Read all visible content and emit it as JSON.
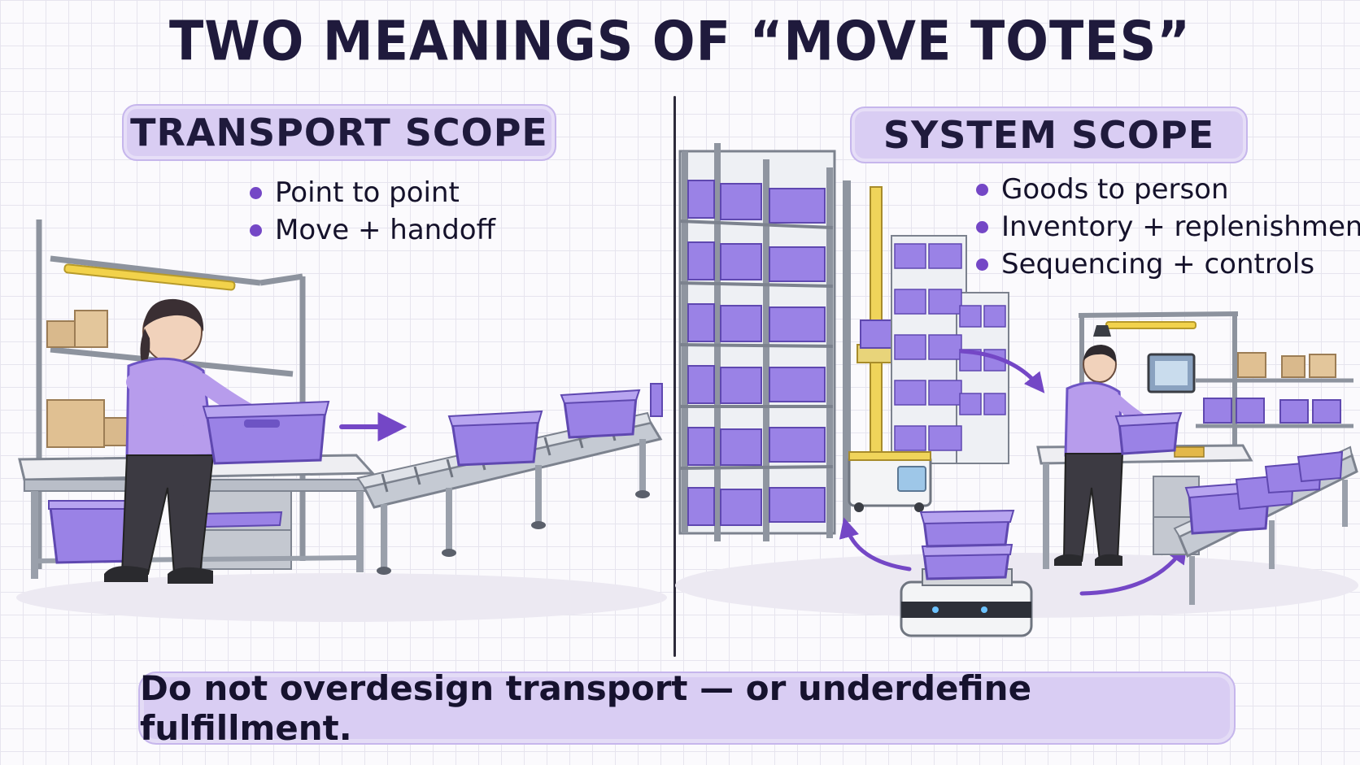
{
  "title": "TWO MEANINGS OF “MOVE TOTES”",
  "left": {
    "heading": "TRANSPORT SCOPE",
    "bullets": [
      "Point to point",
      "Move + handoff"
    ]
  },
  "right": {
    "heading": "SYSTEM SCOPE",
    "bullets": [
      "Goods to person",
      "Inventory + replenishment",
      "Sequencing + controls"
    ]
  },
  "footer": "Do not overdesign transport — or underdefine fulfillment.",
  "colors": {
    "tote": "#9a82e6",
    "tote_dark": "#6d54c4",
    "accent": "#7447c6",
    "banner": "#d9cdf3",
    "steel": "#a8adb8",
    "text": "#1f1a3c"
  },
  "icons": [
    "arrow-right-icon",
    "curved-arrow-icon",
    "tote-icon",
    "conveyor-icon",
    "robot-icon",
    "shelf-icon",
    "worker-icon"
  ]
}
